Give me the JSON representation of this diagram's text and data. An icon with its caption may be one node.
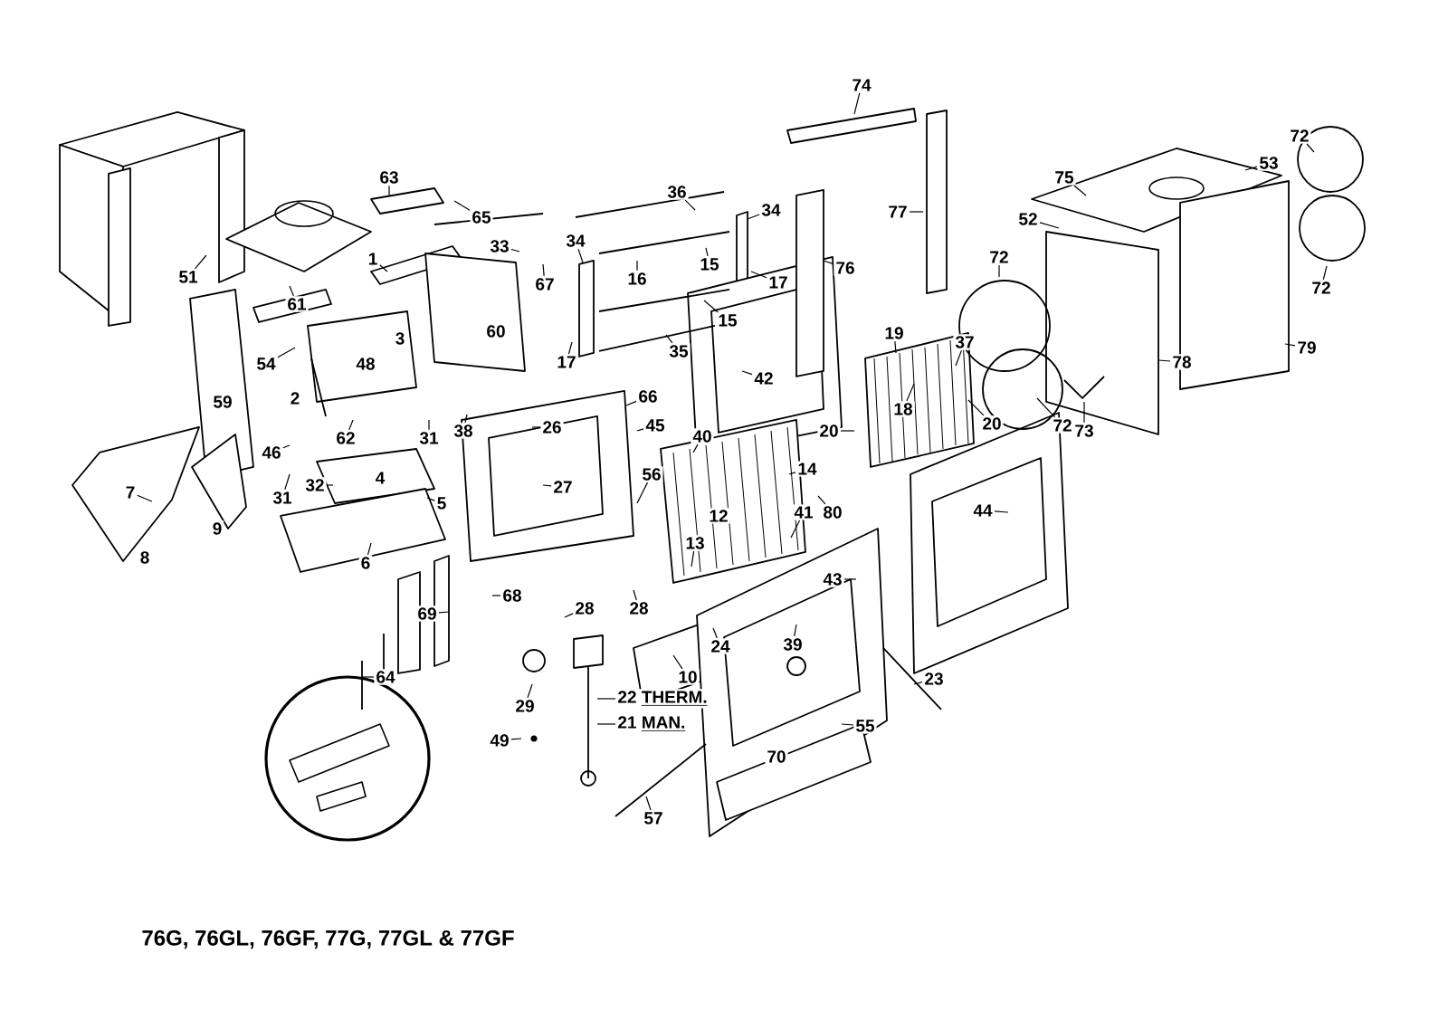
{
  "diagram": {
    "title": "76G, 76GL, 76GF, 77G, 77GL & 77GF",
    "nodes": [
      {
        "text": [
          "63"
        ]
      },
      {
        "text": [
          "65"
        ]
      },
      {
        "text": [
          "1"
        ]
      },
      {
        "text": [
          "33"
        ]
      },
      {
        "text": [
          "67"
        ]
      },
      {
        "text": [
          "34"
        ]
      },
      {
        "text": [
          "36"
        ]
      },
      {
        "text": [
          "34"
        ]
      },
      {
        "text": [
          "16"
        ]
      },
      {
        "text": [
          "15"
        ]
      },
      {
        "text": [
          "17"
        ]
      },
      {
        "text": [
          "15"
        ]
      },
      {
        "text": [
          "35"
        ]
      },
      {
        "text": [
          "17"
        ]
      },
      {
        "text": [
          "74"
        ]
      },
      {
        "text": [
          "77"
        ]
      },
      {
        "text": [
          "76"
        ]
      },
      {
        "text": [
          "51"
        ]
      },
      {
        "text": [
          "61"
        ]
      },
      {
        "text": [
          "3"
        ]
      },
      {
        "text": [
          "60"
        ]
      },
      {
        "text": [
          "54"
        ]
      },
      {
        "text": [
          "48"
        ]
      },
      {
        "text": [
          "59"
        ]
      },
      {
        "text": [
          "2"
        ]
      },
      {
        "text": [
          "42"
        ]
      },
      {
        "text": [
          "19"
        ]
      },
      {
        "text": [
          "37"
        ]
      },
      {
        "text": [
          "18"
        ]
      },
      {
        "text": [
          "20"
        ]
      },
      {
        "text": [
          "20"
        ]
      },
      {
        "text": [
          "72"
        ]
      },
      {
        "text": [
          "72"
        ]
      },
      {
        "text": [
          "73"
        ]
      },
      {
        "text": [
          "75"
        ]
      },
      {
        "text": [
          "52"
        ]
      },
      {
        "text": [
          "53"
        ]
      },
      {
        "text": [
          "72"
        ]
      },
      {
        "text": [
          "72"
        ]
      },
      {
        "text": [
          "79"
        ]
      },
      {
        "text": [
          "78"
        ]
      },
      {
        "text": [
          "62"
        ]
      },
      {
        "text": [
          "31"
        ]
      },
      {
        "text": [
          "38"
        ]
      },
      {
        "text": [
          "26"
        ]
      },
      {
        "text": [
          "66"
        ]
      },
      {
        "text": [
          "45"
        ]
      },
      {
        "text": [
          "40"
        ]
      },
      {
        "text": [
          "46"
        ]
      },
      {
        "text": [
          "31"
        ]
      },
      {
        "text": [
          "32"
        ]
      },
      {
        "text": [
          "4"
        ]
      },
      {
        "text": [
          "5"
        ]
      },
      {
        "text": [
          "27"
        ]
      },
      {
        "text": [
          "56"
        ]
      },
      {
        "text": [
          "14"
        ]
      },
      {
        "text": [
          "7"
        ]
      },
      {
        "text": [
          "9"
        ]
      },
      {
        "text": [
          "8"
        ]
      },
      {
        "text": [
          "12"
        ]
      },
      {
        "text": [
          "13"
        ]
      },
      {
        "text": [
          "41"
        ]
      },
      {
        "text": [
          "80"
        ]
      },
      {
        "text": [
          "6"
        ]
      },
      {
        "text": [
          "44"
        ]
      },
      {
        "text": [
          "43"
        ]
      },
      {
        "text": [
          "69"
        ]
      },
      {
        "text": [
          "68"
        ]
      },
      {
        "text": [
          "28"
        ]
      },
      {
        "text": [
          "28"
        ]
      },
      {
        "text": [
          "24"
        ]
      },
      {
        "text": [
          "10"
        ]
      },
      {
        "text": [
          "39"
        ]
      },
      {
        "text": [
          "64"
        ]
      },
      {
        "text": [
          "29"
        ]
      },
      {
        "text": [
          "22",
          "THERM."
        ]
      },
      {
        "text": [
          "21",
          "MAN."
        ]
      },
      {
        "text": [
          "49"
        ]
      },
      {
        "text": [
          "23"
        ]
      },
      {
        "text": [
          "55"
        ]
      },
      {
        "text": [
          "70"
        ]
      },
      {
        "text": [
          "57"
        ]
      }
    ],
    "edges": [
      {
        "from": 0,
        "to": null,
        "arrow": "none"
      },
      {
        "from": 1,
        "to": null,
        "arrow": "none"
      },
      {
        "from": 2,
        "to": null,
        "arrow": "none"
      },
      {
        "from": 3,
        "to": null,
        "arrow": "none"
      },
      {
        "from": 4,
        "to": null,
        "arrow": "none"
      },
      {
        "from": 5,
        "to": null,
        "arrow": "none"
      },
      {
        "from": 6,
        "to": null,
        "arrow": "none"
      },
      {
        "from": 7,
        "to": null,
        "arrow": "none"
      },
      {
        "from": 8,
        "to": null,
        "arrow": "none"
      },
      {
        "from": 9,
        "to": null,
        "arrow": "none"
      },
      {
        "from": 10,
        "to": null,
        "arrow": "none"
      },
      {
        "from": 11,
        "to": null,
        "arrow": "none"
      },
      {
        "from": 12,
        "to": null,
        "arrow": "none"
      },
      {
        "from": 13,
        "to": null,
        "arrow": "none"
      },
      {
        "from": 14,
        "to": null,
        "arrow": "none"
      },
      {
        "from": 15,
        "to": null,
        "arrow": "none"
      },
      {
        "from": 16,
        "to": null,
        "arrow": "none"
      },
      {
        "from": 17,
        "to": null,
        "arrow": "none"
      },
      {
        "from": 18,
        "to": null,
        "arrow": "none"
      },
      {
        "from": 21,
        "to": null,
        "arrow": "none"
      },
      {
        "from": 25,
        "to": null,
        "arrow": "none"
      },
      {
        "from": 26,
        "to": null,
        "arrow": "none"
      },
      {
        "from": 27,
        "to": null,
        "arrow": "none"
      },
      {
        "from": 28,
        "to": null,
        "arrow": "none"
      },
      {
        "from": 29,
        "to": null,
        "arrow": "none"
      },
      {
        "from": 30,
        "to": null,
        "arrow": "none"
      },
      {
        "from": 31,
        "to": null,
        "arrow": "none"
      },
      {
        "from": 32,
        "to": null,
        "arrow": "none"
      },
      {
        "from": 33,
        "to": null,
        "arrow": "none"
      },
      {
        "from": 34,
        "to": null,
        "arrow": "none"
      },
      {
        "from": 35,
        "to": null,
        "arrow": "none"
      },
      {
        "from": 36,
        "to": null,
        "arrow": "none"
      },
      {
        "from": 37,
        "to": null,
        "arrow": "none"
      },
      {
        "from": 38,
        "to": null,
        "arrow": "none"
      },
      {
        "from": 39,
        "to": null,
        "arrow": "none"
      },
      {
        "from": 40,
        "to": null,
        "arrow": "none"
      },
      {
        "from": 41,
        "to": null,
        "arrow": "none"
      },
      {
        "from": 42,
        "to": null,
        "arrow": "none"
      },
      {
        "from": 43,
        "to": null,
        "arrow": "none"
      },
      {
        "from": 44,
        "to": null,
        "arrow": "none"
      },
      {
        "from": 45,
        "to": null,
        "arrow": "none"
      },
      {
        "from": 46,
        "to": null,
        "arrow": "none"
      },
      {
        "from": 47,
        "to": null,
        "arrow": "none"
      },
      {
        "from": 48,
        "to": null,
        "arrow": "none"
      },
      {
        "from": 49,
        "to": null,
        "arrow": "none"
      },
      {
        "from": 50,
        "to": null,
        "arrow": "none"
      },
      {
        "from": 52,
        "to": null,
        "arrow": "none"
      },
      {
        "from": 53,
        "to": null,
        "arrow": "none"
      },
      {
        "from": 54,
        "to": null,
        "arrow": "none"
      },
      {
        "from": 55,
        "to": null,
        "arrow": "none"
      },
      {
        "from": 56,
        "to": null,
        "arrow": "none"
      },
      {
        "from": 60,
        "to": null,
        "arrow": "none"
      },
      {
        "from": 61,
        "to": null,
        "arrow": "none"
      },
      {
        "from": 62,
        "to": null,
        "arrow": "none"
      },
      {
        "from": 63,
        "to": null,
        "arrow": "none"
      },
      {
        "from": 64,
        "to": null,
        "arrow": "none"
      },
      {
        "from": 65,
        "to": null,
        "arrow": "none"
      },
      {
        "from": 66,
        "to": null,
        "arrow": "none"
      },
      {
        "from": 67,
        "to": null,
        "arrow": "none"
      },
      {
        "from": 68,
        "to": null,
        "arrow": "none"
      },
      {
        "from": 69,
        "to": null,
        "arrow": "none"
      },
      {
        "from": 70,
        "to": null,
        "arrow": "none"
      },
      {
        "from": 71,
        "to": null,
        "arrow": "none"
      },
      {
        "from": 72,
        "to": null,
        "arrow": "none"
      },
      {
        "from": 73,
        "to": null,
        "arrow": "none"
      },
      {
        "from": 74,
        "to": null,
        "arrow": "none"
      },
      {
        "from": 75,
        "to": null,
        "arrow": "none"
      },
      {
        "from": 76,
        "to": null,
        "arrow": "none"
      },
      {
        "from": 77,
        "to": null,
        "arrow": "none"
      },
      {
        "from": 78,
        "to": null,
        "arrow": "none"
      },
      {
        "from": 79,
        "to": null,
        "arrow": "none"
      },
      {
        "from": 81,
        "to": null,
        "arrow": "none"
      }
    ]
  }
}
